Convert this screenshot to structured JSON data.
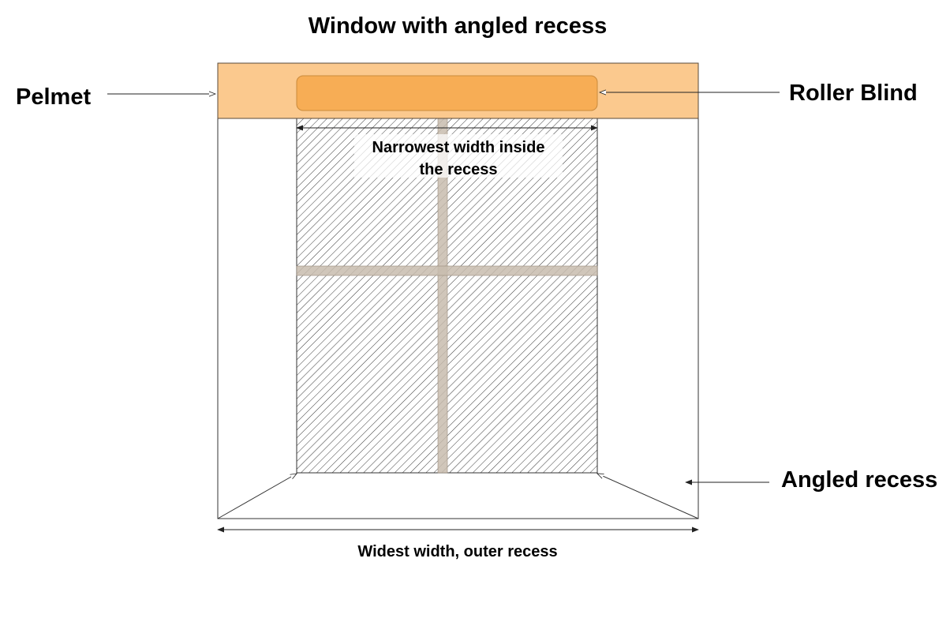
{
  "title": "Window with angled recess",
  "labels": {
    "pelmet": "Pelmet",
    "roller_blind": "Roller Blind",
    "narrowest_width_line1": "Narrowest width inside",
    "narrowest_width_line2": "the recess",
    "angled_recess": "Angled recess",
    "widest_width": "Widest width, outer recess"
  },
  "colors": {
    "pelmet_fill": "#fbc98e",
    "pelmet_stroke": "#5a4a3a",
    "blind_fill": "#f7ad55",
    "blind_stroke": "#c98a3c",
    "glass_hatch": "#3a3a3a",
    "frame_bar": "#c8bcae",
    "frame_bar_stroke": "#9a8c7c",
    "outline": "#333333",
    "text": "#000000"
  }
}
